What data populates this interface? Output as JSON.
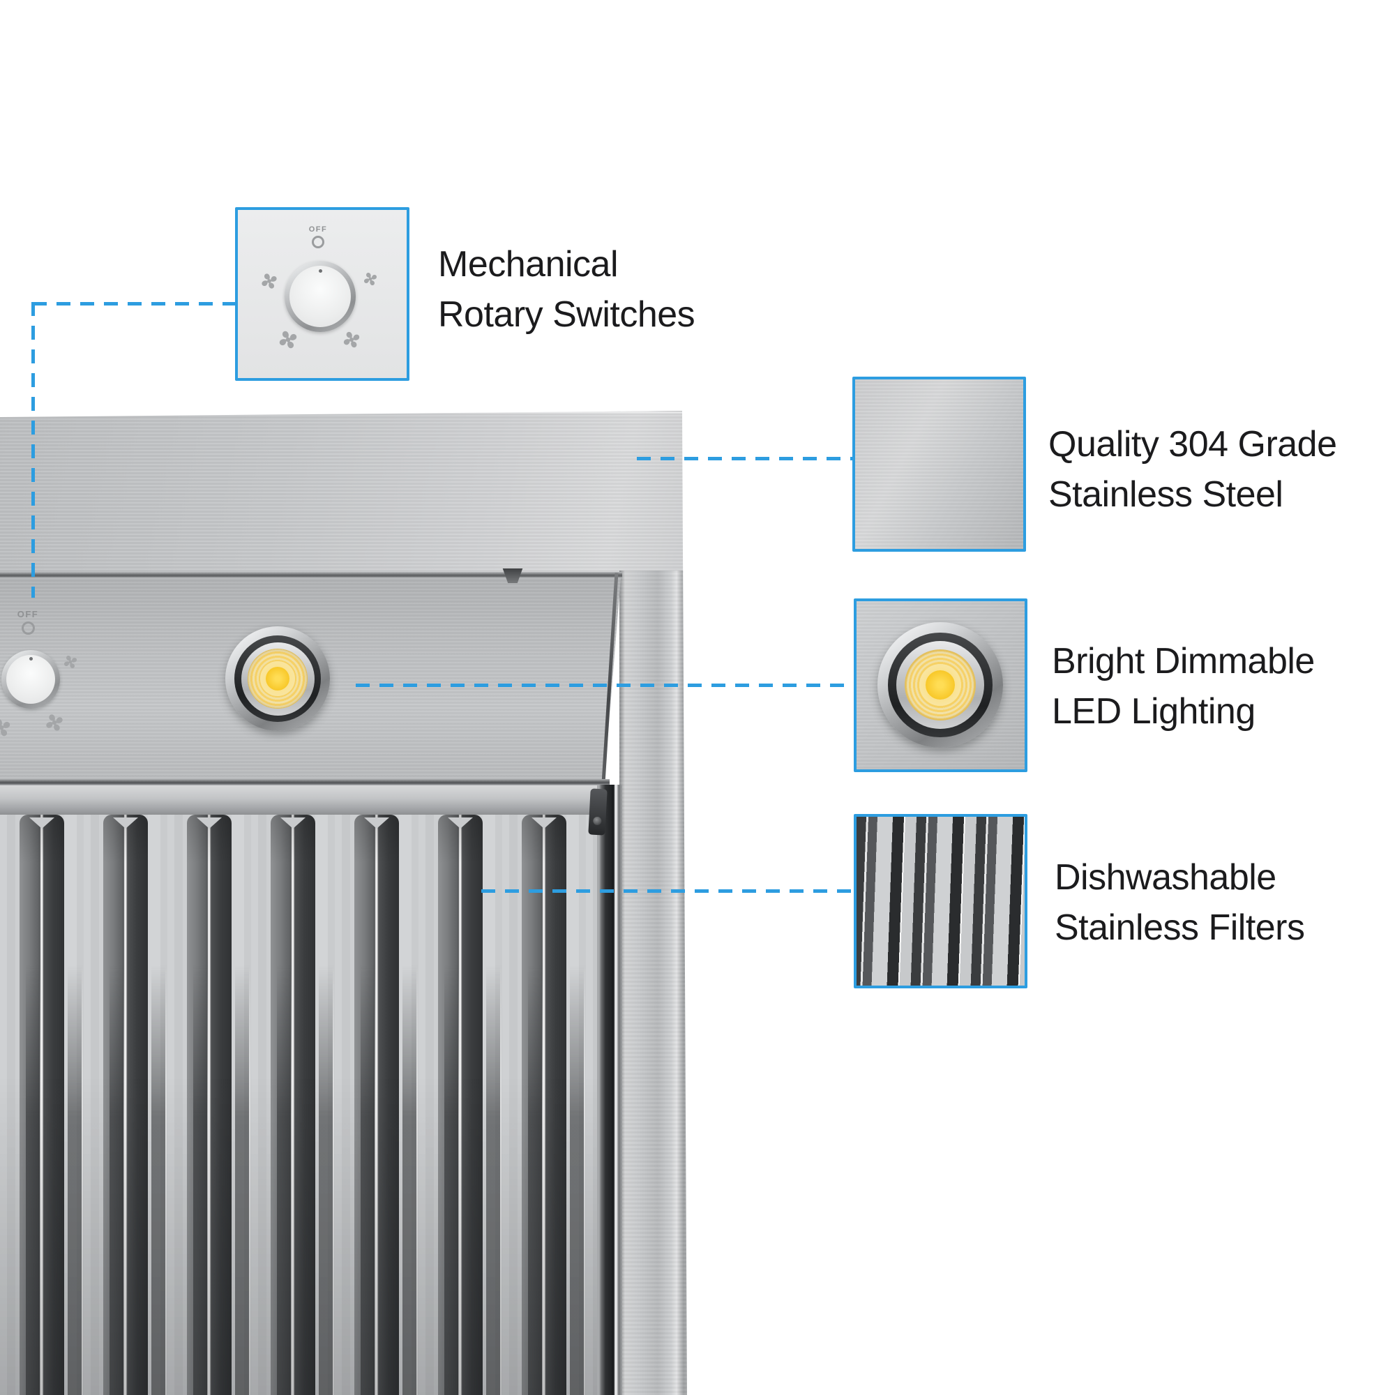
{
  "accent_color": "#2d9de0",
  "background_color": "#ffffff",
  "callouts": {
    "rotary": {
      "line1": "Mechanical",
      "line2": "Rotary Switches",
      "thumb_off_label": "OFF",
      "thumb_icon": "rotary-knob-with-fan-speed-icons"
    },
    "steel": {
      "line1": "Quality 304 Grade",
      "line2": "Stainless Steel",
      "thumb_icon": "brushed-stainless-swatch"
    },
    "led": {
      "line1": "Bright Dimmable",
      "line2": "LED Lighting",
      "thumb_icon": "led-downlight"
    },
    "filters": {
      "line1": "Dishwashable",
      "line2": "Stainless Filters",
      "thumb_icon": "baffle-filter-swatch"
    }
  },
  "hood": {
    "off_label": "OFF",
    "features_pictured": [
      "rotary-knob",
      "led-downlight",
      "baffle-filters",
      "stainless-body"
    ]
  }
}
